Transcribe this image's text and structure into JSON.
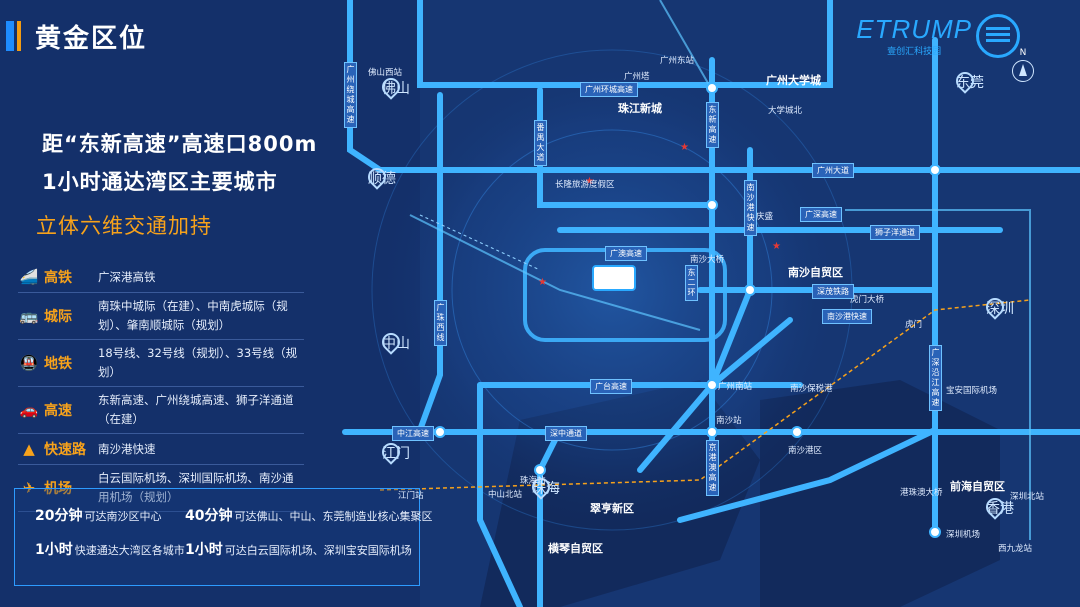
{
  "header": {
    "title": "黄金区位"
  },
  "brand": {
    "wordmark": "ETRUMP",
    "tagline": "壹创汇科技园",
    "north": "N"
  },
  "headline": {
    "line1": "距“东新高速”高速口800m",
    "line2": "1小时通达湾区主要城市",
    "line3": "立体六维交通加持"
  },
  "transport": [
    {
      "icon": "train-icon",
      "label": "高铁",
      "value": "广深港高铁"
    },
    {
      "icon": "bus-icon",
      "label": "城际",
      "value": "南珠中城际（在建）、中南虎城际（规划）、肇南顺城际（规划）"
    },
    {
      "icon": "metro-icon",
      "label": "地铁",
      "value": "18号线、32号线（规划）、33号线（规划）"
    },
    {
      "icon": "car-icon",
      "label": "高速",
      "value": "东新高速、广州绕城高速、狮子洋通道（在建）"
    },
    {
      "icon": "road-icon",
      "label": "快速路",
      "value": "南沙港快速"
    },
    {
      "icon": "plane-icon",
      "label": "机场",
      "value": "白云国际机场、深圳国际机场、南沙通用机场（规划）"
    }
  ],
  "summary": [
    {
      "time": "20分钟",
      "text": "可达南沙区中心"
    },
    {
      "time": "40分钟",
      "text": "可达佛山、中山、东莞制造业核心集聚区"
    },
    {
      "time": "1小时",
      "text": "快速通达大湾区各城市"
    },
    {
      "time": "1小时",
      "text": "可达白云国际机场、深圳宝安国际机场"
    }
  ],
  "cities": [
    "佛山",
    "顺德",
    "中山",
    "江门",
    "珠海",
    "东莞",
    "深圳",
    "香港"
  ],
  "districts": [
    "珠江新城",
    "广州大学城",
    "南沙自贸区",
    "南沙保税港",
    "翠亨新区",
    "横琴自贸区",
    "前海自贸区"
  ],
  "roads_h": [
    "广州环城高速",
    "广州大道",
    "广台高速",
    "广深高速",
    "南沙港快速",
    "狮子洋通道",
    "虎门大桥",
    "深茂铁路",
    "广澳高速",
    "中江高速",
    "深中通道"
  ],
  "roads_v": [
    "广州绕城高速",
    "东新高速",
    "广珠西线",
    "番禺大道",
    "东二环",
    "南沙港快速",
    "广深沿江高速",
    "京港澳高速"
  ],
  "stations": [
    "佛山西站",
    "广州南站",
    "广州东站",
    "虎门",
    "庆盛",
    "南沙站",
    "中山北站",
    "珠海站",
    "江门站",
    "西九龙站",
    "深圳北站",
    "深圳机场"
  ],
  "misc": [
    "广州塔",
    "长隆旅游度假区",
    "南沙大桥",
    "南沙港区",
    "大学城北",
    "宝安国际机场",
    "港珠澳大桥"
  ],
  "colors": {
    "accent": "#29a9ff",
    "orange": "#f7a21b",
    "bg": "#14306a",
    "road": "#3fb4ff"
  }
}
